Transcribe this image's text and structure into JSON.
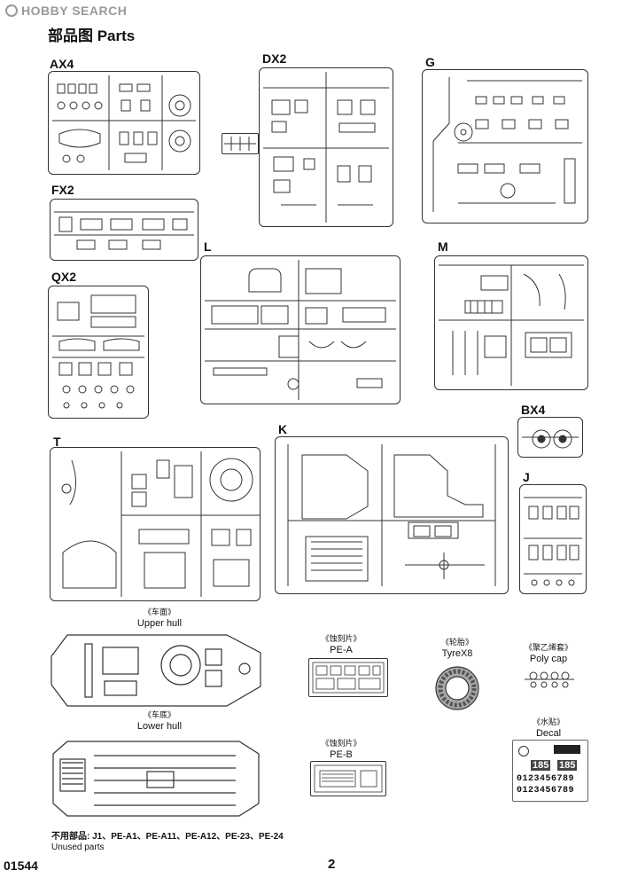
{
  "watermark": "HOBBY SEARCH",
  "page_title": "部品图  Parts",
  "groups": {
    "ax": "AX4",
    "dx": "DX2",
    "g": "G",
    "fx": "FX2",
    "l": "L",
    "m": "M",
    "qx": "QX2",
    "bx": "BX4",
    "t": "T",
    "k": "K",
    "j": "J"
  },
  "items": {
    "upper_cn": "《车面》",
    "upper_en": "Upper hull",
    "lower_cn": "《车底》",
    "lower_en": "Lower hull",
    "pea_cn": "《蚀刻片》",
    "pea_en": "PE-A",
    "peb_cn": "《蚀刻片》",
    "peb_en": "PE-B",
    "tyre_cn": "《轮胎》",
    "tyre_en": "TyreX8",
    "poly_cn": "《聚乙烯套》",
    "poly_en": "Poly cap",
    "decal_cn": "《水贴》",
    "decal_en": "Decal",
    "decal_n1": "185",
    "decal_n2": "185",
    "decal_digits1": "0123456789",
    "decal_digits2": "0123456789"
  },
  "unused": {
    "label": "不用部品:  J1、PE-A1、PE-A11、PE-A12、PE-23、PE-24",
    "en": "Unused parts"
  },
  "footer": {
    "code": "01544",
    "page": "2"
  }
}
